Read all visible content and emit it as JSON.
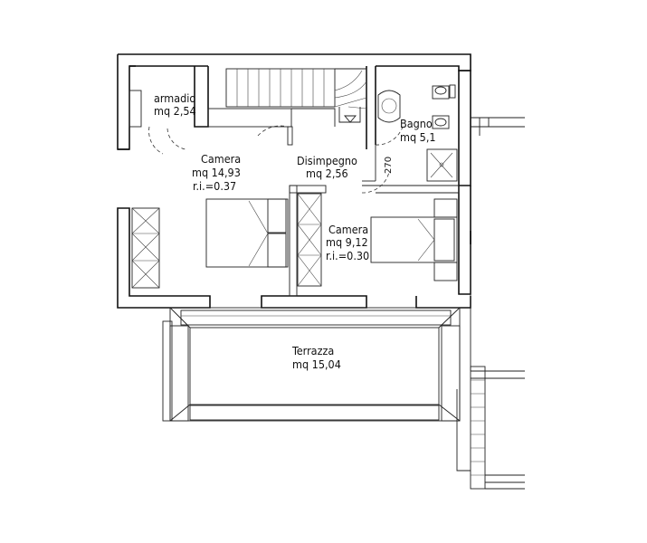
{
  "rooms": {
    "armadio": {
      "name": "armadio",
      "area": "mq 2,54"
    },
    "camera1": {
      "name": "Camera",
      "area": "mq 14,93",
      "ri": "r.i.=0.37"
    },
    "disimpegno": {
      "name": "Disimpegno",
      "area": "mq 2,56"
    },
    "bagno": {
      "name": "Bagno",
      "area": "mq 5,1"
    },
    "camera2": {
      "name": "Camera",
      "area": "mq 9,12",
      "ri": "r.i.=0.30"
    },
    "terrazza": {
      "name": "Terrazza",
      "area": "mq 15,04"
    }
  },
  "dimensions": {
    "door_height": "270"
  },
  "colors": {
    "wall": "#111111",
    "background": "#ffffff"
  }
}
